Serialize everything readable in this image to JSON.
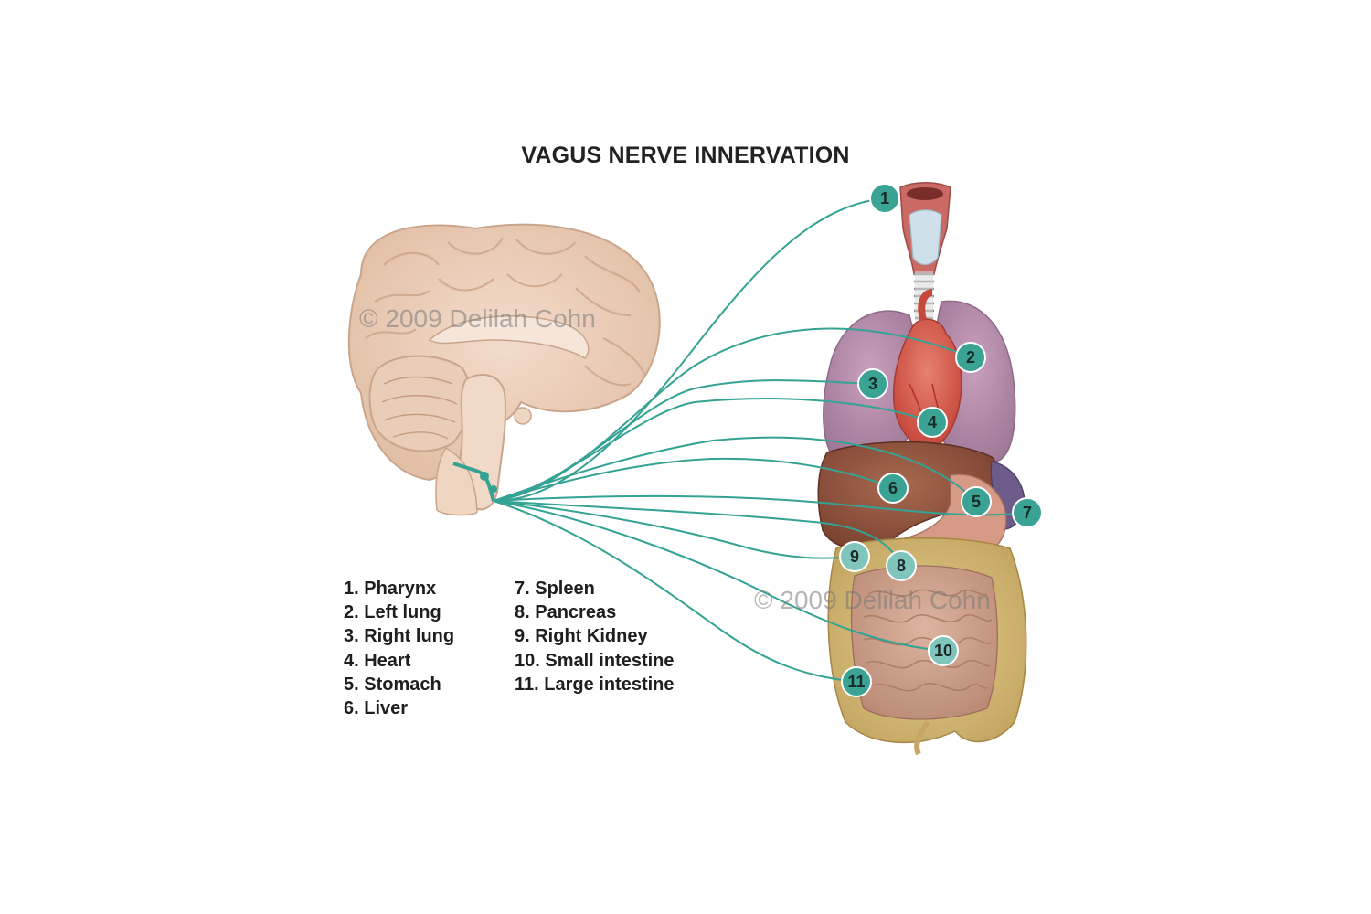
{
  "title": "VAGUS NERVE INNERVATION",
  "watermark": "© 2009 Delilah Cohn",
  "colors": {
    "nerve": "#35a394",
    "marker_fill": "#3aa393",
    "marker_light": "#7fc5bb",
    "marker_stroke": "#ffffff",
    "marker_text": "#1a2a28"
  },
  "markers": [
    "1",
    "2",
    "3",
    "4",
    "5",
    "6",
    "7",
    "8",
    "9",
    "10",
    "11"
  ],
  "legend": {
    "left": [
      "1. Pharynx",
      "2. Left lung",
      "3. Right lung",
      "4. Heart",
      "5. Stomach",
      "6. Liver"
    ],
    "right": [
      "7. Spleen",
      "8. Pancreas",
      "9. Right Kidney",
      "10. Small intestine",
      "11. Large intestine"
    ]
  }
}
